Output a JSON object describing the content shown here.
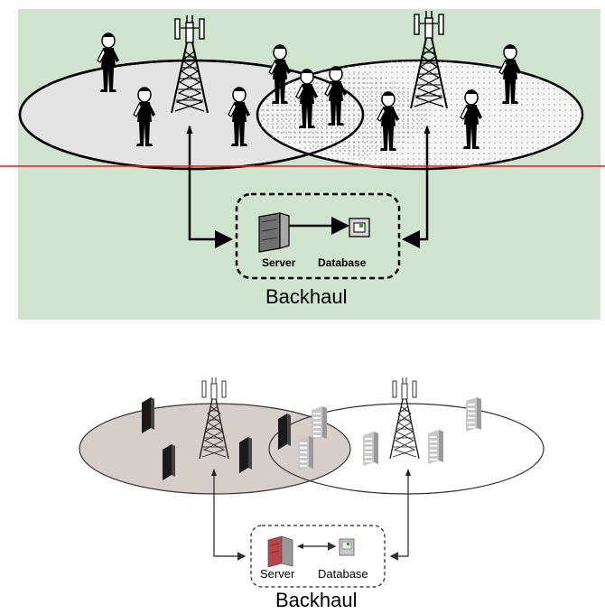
{
  "top_panel": {
    "server_label": "Server",
    "database_label": "Database",
    "backhaul_label": "Backhaul"
  },
  "bottom_panel": {
    "server_label": "Server",
    "database_label": "Database",
    "backhaul_label": "Backhaul"
  },
  "colors": {
    "top_background": "#cfe3cf",
    "left_cell_fill": "#e3e3e3",
    "right_cell_fill": "#f4f4f4",
    "divider_line": "#e02020",
    "bottom_left_cell_fill": "#d7cdc9",
    "bottom_right_cell_fill": "#ffffff",
    "server_red": "#b8454a"
  },
  "icons": [
    "cell-tower-icon",
    "person-icon",
    "server-icon",
    "database-icon",
    "building-icon"
  ]
}
